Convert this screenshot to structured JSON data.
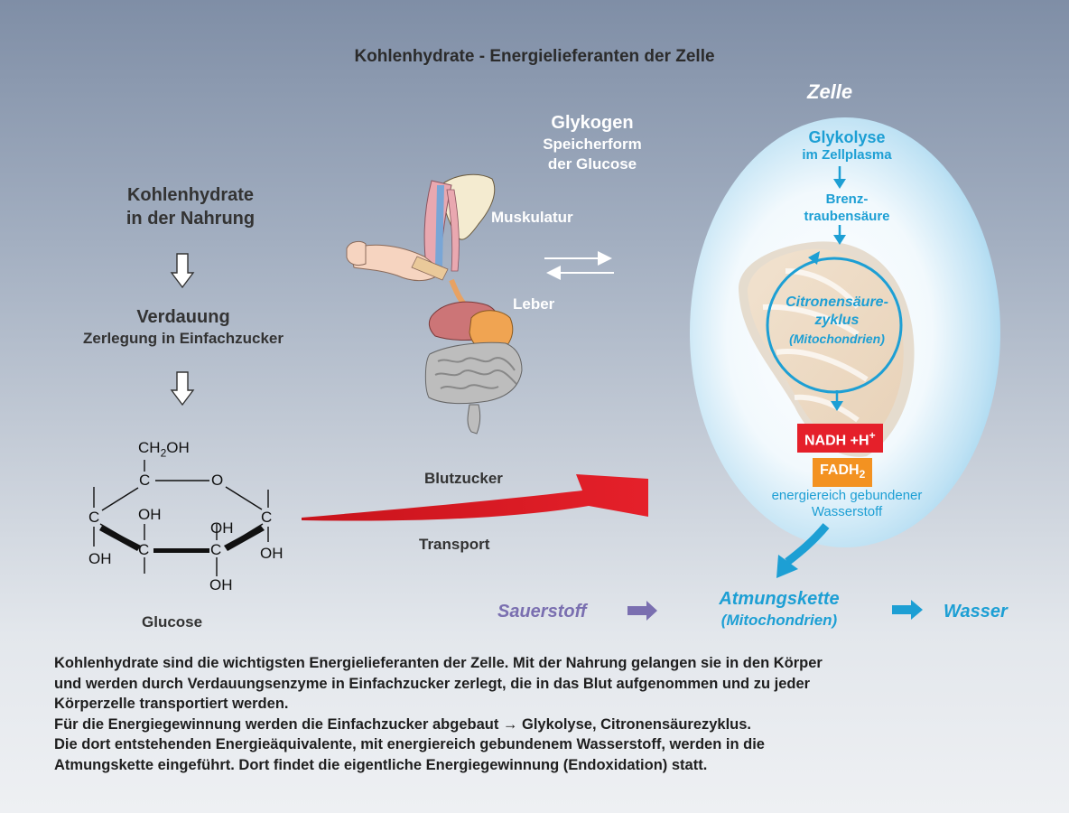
{
  "title": "Kohlenhydrate - Energielieferanten  der Zelle",
  "left": {
    "heading_line1": "Kohlenhydrate",
    "heading_line2": "in der Nahrung",
    "digestion_title": "Verdauung",
    "digestion_sub": "Zerlegung in Einfachzucker",
    "glucose_label": "Glucose",
    "formula": {
      "ch2oh_c": "CH",
      "ch2oh_sub": "2",
      "ch2oh_oh": "OH",
      "c": "C",
      "o": "O",
      "oh": "OH"
    }
  },
  "middle": {
    "glycogen_title": "Glykogen",
    "glycogen_sub1": "Speicherform",
    "glycogen_sub2": "der Glucose",
    "muscle_label": "Muskulatur",
    "liver_label": "Leber",
    "blood_sugar": "Blutzucker",
    "transport": "Transport"
  },
  "cell": {
    "title": "Zelle",
    "glycolysis": "Glykolyse",
    "glycolysis_sub": "im Zellplasma",
    "pyruvate_line1": "Brenz-",
    "pyruvate_line2": "traubensäure",
    "citric_line1": "Citronensäure-",
    "citric_line2": "zyklus",
    "citric_line3": "(Mitochondrien)",
    "nadh": "NADH +H",
    "nadh_sup": "+",
    "fadh": "FADH",
    "fadh_sub": "2",
    "hydrogen_line1": "energiereich gebundener",
    "hydrogen_line2": "Wasserstoff"
  },
  "bottom": {
    "oxygen": "Sauerstoff",
    "chain": "Atmungskette",
    "chain_sub": "(Mitochondrien)",
    "water": "Wasser"
  },
  "description": [
    "Kohlenhydrate sind die wichtigsten Energielieferanten der Zelle. Mit der Nahrung gelangen sie in den Körper",
    "und werden durch Verdauungsenzyme in Einfachzucker zerlegt, die in das Blut aufgenommen und zu jeder",
    "Körperzelle transportiert werden.",
    "Für die Energiegewinnung werden die Einfachzucker abgebaut → Glykolyse, Citronensäurezyklus.",
    "Die dort entstehenden Energieäquivalente, mit energiereich gebundenem Wasserstoff, werden in die",
    "Atmungskette eingeführt. Dort findet die eigentliche Energiegewinnung (Endoxidation) statt."
  ],
  "colors": {
    "cyan": "#1d9fd4",
    "nadh_bg": "#e5202a",
    "fadh_bg": "#f39221",
    "oxygen": "#7a6fb0",
    "red_arrow": "#e5202a"
  }
}
